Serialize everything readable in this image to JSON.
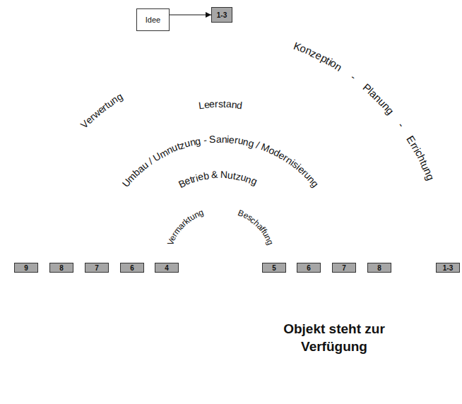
{
  "diagram": {
    "nodes": [
      {
        "text": [
          "Idee"
        ]
      },
      {
        "text": [
          "1-3"
        ]
      },
      {
        "text": [
          "Konzeption - Planung - Errichtung"
        ]
      },
      {
        "text": [
          "Verwertung"
        ]
      },
      {
        "text": [
          "Leerstand"
        ]
      },
      {
        "text": [
          "Umbau / Umnutzung - Sanierung / Modernisierung"
        ]
      },
      {
        "text": [
          "Betrieb & Nutzung"
        ]
      },
      {
        "text": [
          "Vermarktung"
        ]
      },
      {
        "text": [
          "Beschaffung"
        ]
      },
      {
        "text": [
          "9"
        ]
      },
      {
        "text": [
          "8"
        ]
      },
      {
        "text": [
          "7"
        ]
      },
      {
        "text": [
          "6"
        ]
      },
      {
        "text": [
          "4"
        ]
      },
      {
        "text": [
          "5"
        ]
      },
      {
        "text": [
          "6"
        ]
      },
      {
        "text": [
          "7"
        ]
      },
      {
        "text": [
          "8"
        ]
      },
      {
        "text": [
          "1-3"
        ]
      },
      {
        "text": [
          "Objekt steht zur Verfügung"
        ]
      }
    ],
    "edges": [
      {
        "from": 0,
        "to": 1,
        "arrow": "to"
      }
    ]
  }
}
